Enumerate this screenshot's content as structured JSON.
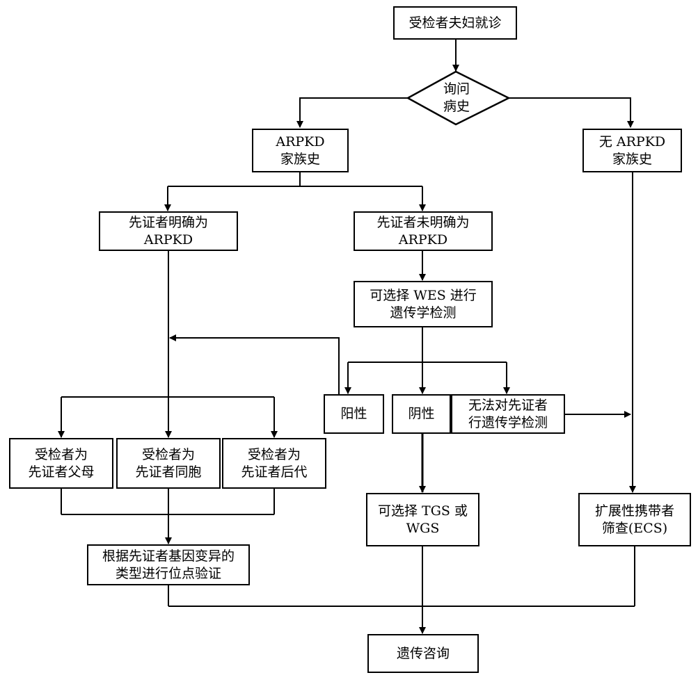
{
  "diagram": {
    "start": [
      "受检者夫妇就诊"
    ],
    "decision": [
      "询问",
      "病史"
    ],
    "arpkd_family": [
      "ARPKD",
      "家族史"
    ],
    "no_arpkd_family": [
      "无 ARPKD",
      "家族史"
    ],
    "proband_confirmed": [
      "先证者明确为",
      "ARPKD"
    ],
    "proband_unconfirmed": [
      "先证者未明确为",
      "ARPKD"
    ],
    "wes": [
      "可选择 WES 进行",
      "遗传学检测"
    ],
    "positive": [
      "阳性"
    ],
    "negative": [
      "阴性"
    ],
    "cannot_test": [
      "无法对先证者",
      "行遗传学检测"
    ],
    "parents": [
      "受检者为",
      "先证者父母"
    ],
    "siblings": [
      "受检者为",
      "先证者同胞"
    ],
    "offspring": [
      "受检者为",
      "先证者后代"
    ],
    "tgs_wgs": [
      "可选择 TGS 或",
      "WGS"
    ],
    "ecs": [
      "扩展性携带者",
      "筛查(ECS)"
    ],
    "site_verify": [
      "根据先证者基因变异的",
      "类型进行位点验证"
    ],
    "counseling": [
      "遗传咨询"
    ]
  }
}
